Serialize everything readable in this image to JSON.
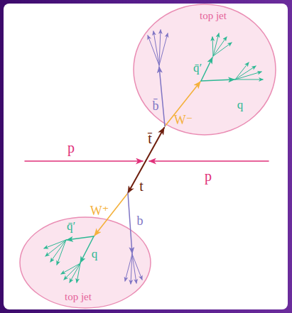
{
  "diagram": {
    "nodes": [
      {
        "text": [
          "top jet"
        ]
      },
      {
        "text": [
          "top jet"
        ]
      }
    ],
    "labels": [
      "q̄′",
      "q",
      "b̄",
      "W⁻",
      "t̄",
      "p",
      "p",
      "t",
      "W⁺",
      "b",
      "q̄′",
      "q"
    ]
  }
}
